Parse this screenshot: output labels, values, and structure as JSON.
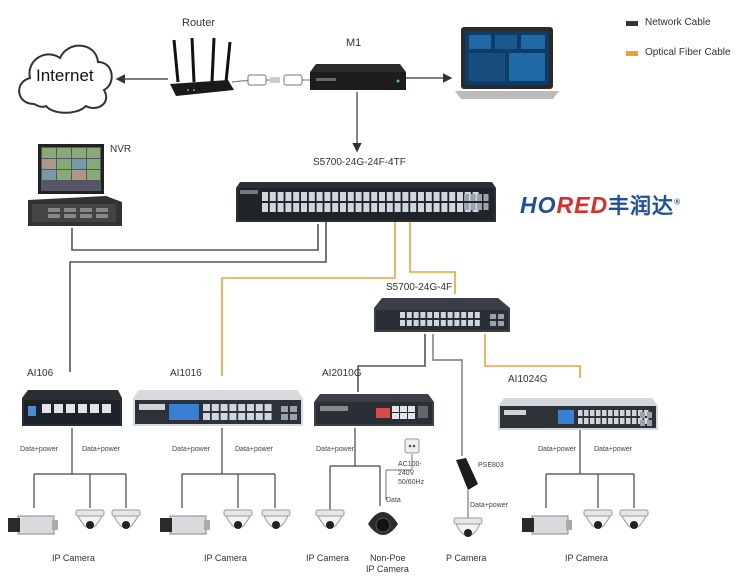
{
  "legend": [
    {
      "label": "Network Cable",
      "color": "#333333"
    },
    {
      "label": "Optical Fiber Cable",
      "color": "#e8a33a"
    }
  ],
  "colors": {
    "network": "#3a3a3a",
    "fiber": "#e8a33a",
    "switch_body": "#2a2f36",
    "port": "#cfd6dc"
  },
  "labels": {
    "internet": "Internet",
    "router": "Router",
    "m1": "M1",
    "nvr": "NVR",
    "core_switch": "S5700-24G-24F-4TF",
    "agg_switch": "S5700-24G-4F",
    "ai106": "AI106",
    "ai1016": "AI1016",
    "ai2010g": "AI2010G",
    "ai1024g": "AI1024G",
    "pse803": "PSE803",
    "ac_power": "AC100-240V 50/60Hz",
    "data_only": "Data",
    "data_power_poe": "Data+power"
  },
  "brand": {
    "part1": "HO",
    "part2": "RED",
    "part3": "丰润达",
    "mark": "®"
  },
  "data_power": "Data+power",
  "cameras": {
    "ip": "IP Camera",
    "non_poe_line1": "Non-Poe",
    "non_poe_line2": "IP Camera",
    "p_camera": "P Camera"
  },
  "icons": [
    "cloud-icon",
    "router-icon",
    "rj45-connector-icon",
    "monitor-icon",
    "box-camera-icon",
    "dome-camera-icon",
    "power-socket-icon",
    "poe-injector-icon"
  ]
}
